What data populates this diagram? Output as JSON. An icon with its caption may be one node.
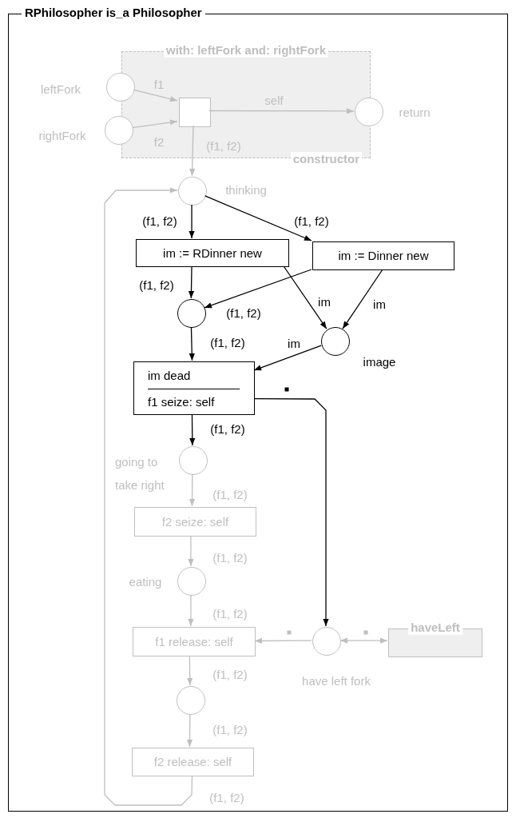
{
  "diagram": {
    "nodes": [
      {
        "text": [
          "RPhilosopher is_a Philosopher"
        ]
      },
      {
        "text": [
          "with: leftFork and: rightFork",
          "constructor"
        ],
        "in": 0
      },
      {
        "text": [],
        "shape": "circle",
        "beside": [
          "leftFork"
        ],
        "in": 0
      },
      {
        "text": [],
        "shape": "circle",
        "beside": [
          "rightFork"
        ],
        "in": 0
      },
      {
        "text": [],
        "shape": "box",
        "in": 1
      },
      {
        "text": [],
        "shape": "circle",
        "beside": [
          "return"
        ],
        "in": 0
      },
      {
        "text": [],
        "shape": "circle",
        "beside": [
          "thinking"
        ],
        "in": 0
      },
      {
        "text": [
          "im := RDinner new"
        ],
        "in": 0
      },
      {
        "text": [
          "im := Dinner new"
        ],
        "in": 0
      },
      {
        "text": [],
        "shape": "circle",
        "in": 0
      },
      {
        "text": [],
        "shape": "circle",
        "beside": [
          "image"
        ],
        "in": 0
      },
      {
        "text": [
          "im dead",
          "f1 seize: self"
        ],
        "in": 0
      },
      {
        "text": [],
        "shape": "circle",
        "beside": [
          "going to take right"
        ],
        "in": 0
      },
      {
        "text": [
          "f2 seize: self"
        ],
        "in": 0
      },
      {
        "text": [],
        "shape": "circle",
        "beside": [
          "eating"
        ],
        "in": 0
      },
      {
        "text": [
          "f1 release: self"
        ],
        "in": 0
      },
      {
        "text": [],
        "shape": "circle",
        "beside": [
          "have left fork"
        ],
        "in": 0
      },
      {
        "text": [
          "haveLeft"
        ],
        "in": 0
      },
      {
        "text": [],
        "shape": "circle",
        "in": 0
      },
      {
        "text": [
          "f2 release: self"
        ],
        "in": 0
      }
    ],
    "edges": [
      {
        "from": 2,
        "to": 4,
        "arrow": "to",
        "label": "f1"
      },
      {
        "from": 3,
        "to": 4,
        "arrow": "to",
        "label": "f2"
      },
      {
        "from": 4,
        "to": 5,
        "arrow": "to",
        "label": "self"
      },
      {
        "from": 4,
        "to": 6,
        "arrow": "to",
        "label": "(f1, f2)"
      },
      {
        "from": 6,
        "to": 7,
        "arrow": "to",
        "label": "(f1, f2)",
        "color": "#000000"
      },
      {
        "from": 6,
        "to": 8,
        "arrow": "to",
        "label": "(f1, f2)",
        "color": "#000000"
      },
      {
        "from": 7,
        "to": 9,
        "arrow": "to",
        "label": "(f1, f2)",
        "color": "#000000"
      },
      {
        "from": 8,
        "to": 9,
        "arrow": "to",
        "label": "(f1, f2)",
        "color": "#000000"
      },
      {
        "from": 7,
        "to": 10,
        "arrow": "to",
        "label": "im",
        "color": "#000000"
      },
      {
        "from": 8,
        "to": 10,
        "arrow": "to",
        "label": "im",
        "color": "#000000"
      },
      {
        "from": 9,
        "to": 11,
        "arrow": "to",
        "label": "(f1, f2)",
        "color": "#000000"
      },
      {
        "from": 10,
        "to": 11,
        "arrow": "to",
        "label": "im",
        "color": "#000000"
      },
      {
        "from": 11,
        "to": 12,
        "arrow": "to",
        "label": "(f1, f2)",
        "color": "#000000"
      },
      {
        "from": 11,
        "to": 16,
        "arrow": "to",
        "color": "#000000"
      },
      {
        "from": 12,
        "to": 13,
        "arrow": "to",
        "label": "(f1, f2)"
      },
      {
        "from": 13,
        "to": 14,
        "arrow": "to",
        "label": "(f1, f2)"
      },
      {
        "from": 14,
        "to": 15,
        "arrow": "to",
        "label": "(f1, f2)"
      },
      {
        "from": 15,
        "to": 18,
        "arrow": "to",
        "label": "(f1, f2)"
      },
      {
        "from": 18,
        "to": 19,
        "arrow": "to",
        "label": "(f1, f2)"
      },
      {
        "from": 19,
        "to": 6,
        "arrow": "to",
        "label": "(f1, f2)"
      },
      {
        "from": 16,
        "to": 15,
        "arrow": "to"
      },
      {
        "from": 16,
        "to": 17,
        "arrow": "both"
      }
    ]
  }
}
